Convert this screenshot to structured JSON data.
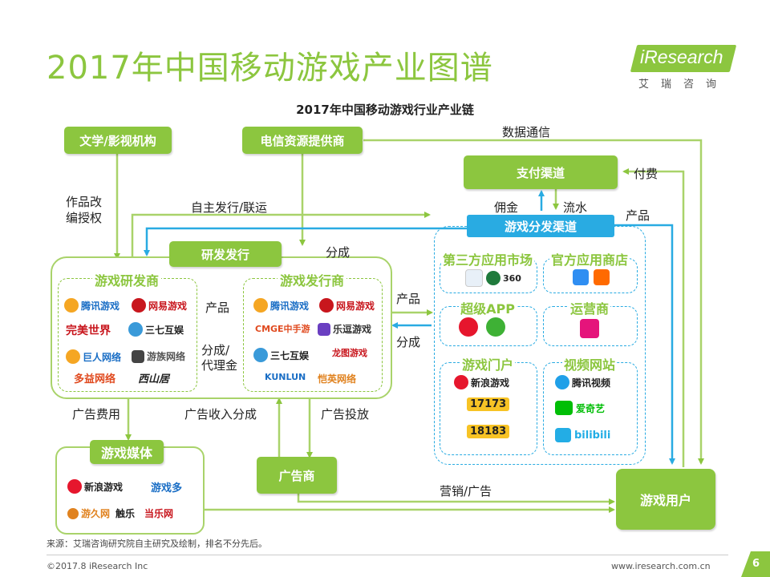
{
  "page": {
    "title": "2017年中国移动游戏产业图谱",
    "diagram_title": "2017年中国移动游戏行业产业链",
    "brand_name": "iResearch",
    "brand_sub": "艾瑞咨询",
    "source": "来源：艾瑞咨询研究院自主研究及绘制，排名不分先后。",
    "copyright": "©2017.8 iResearch Inc",
    "website": "www.iresearch.com.cn",
    "page_number": "6"
  },
  "nodes": {
    "literature": "文学/影视机构",
    "telecom": "电信资源提供商",
    "payment": "支付渠道",
    "distribution": "游戏分发渠道",
    "rnd_publish": "研发发行",
    "developer": "游戏研发商",
    "publisher": "游戏发行商",
    "media": "游戏媒体",
    "advertiser": "广告商",
    "user": "游戏用户"
  },
  "channel_groups": {
    "third_party": "第三方应用市场",
    "official": "官方应用商店",
    "super_app": "超级APP",
    "operator": "运营商",
    "game_portal": "游戏门户",
    "video_site": "视频网站"
  },
  "edge_labels": {
    "data_comm": "数据通信",
    "pay_fee": "付费",
    "adapt_license": "作品改\n编授权",
    "self_publish": "自主发行/联运",
    "commission": "佣金",
    "flow": "流水",
    "product_right": "产品",
    "revenue_share_top": "分成",
    "product_mid": "产品",
    "share_agency": "分成/\n代理金",
    "product_to_channel": "产品",
    "share_from_channel": "分成",
    "ad_fee": "广告费用",
    "ad_revenue_share": "广告收入分成",
    "ad_placement": "广告投放",
    "marketing_ad": "营销/广告"
  },
  "logos": {
    "developers": [
      "腾讯游戏",
      "网易游戏",
      "完美世界",
      "三七互娱",
      "巨人网络",
      "游族网络",
      "多益网络",
      "西山居"
    ],
    "publishers": [
      "腾讯游戏",
      "网易游戏",
      "CMGE中手游",
      "乐逗游戏",
      "三七互娱",
      "龙图游戏",
      "KUNLUN",
      "恺英网络"
    ],
    "third_party_market": [
      "360"
    ],
    "portals": [
      "新浪游戏",
      "17173",
      "18183"
    ],
    "video": [
      "腾讯视频",
      "爱奇艺",
      "bilibili"
    ],
    "media": [
      "新浪游戏",
      "游戏多",
      "游久网",
      "触乐",
      "当乐网"
    ]
  },
  "colors": {
    "brand_green": "#8cc63f",
    "channel_blue": "#29abe2"
  }
}
